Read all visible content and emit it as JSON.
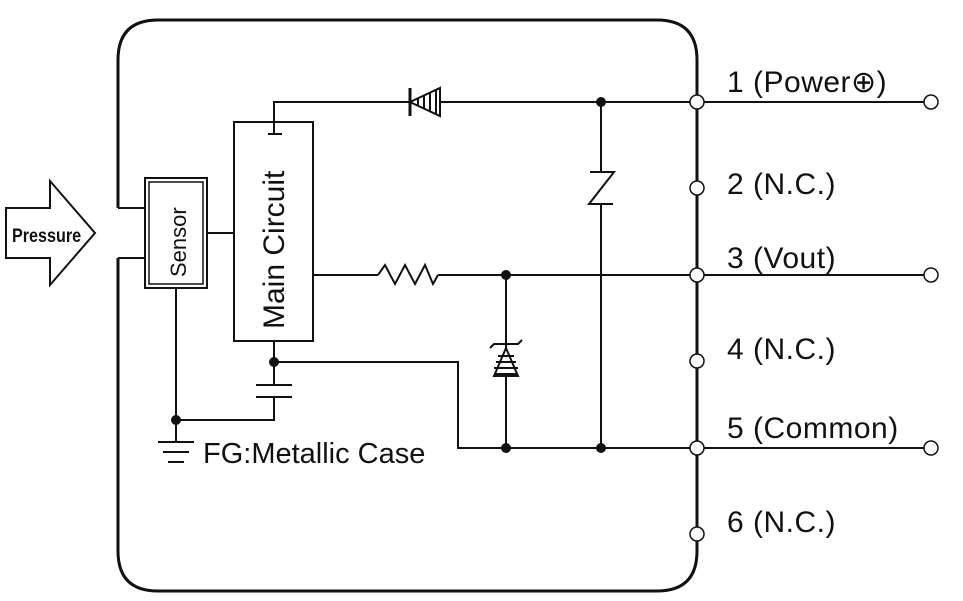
{
  "input_label": "Pressure",
  "blocks": {
    "sensor": "Sensor",
    "main_circuit": "Main Circuit"
  },
  "ground_label": "FG:Metallic Case",
  "pins": [
    {
      "label": "1 (Power⊕)"
    },
    {
      "label": "2 (N.C.)"
    },
    {
      "label": "3 (Vout)"
    },
    {
      "label": "4 (N.C.)"
    },
    {
      "label": "5 (Common)"
    },
    {
      "label": "6 (N.C.)"
    }
  ]
}
